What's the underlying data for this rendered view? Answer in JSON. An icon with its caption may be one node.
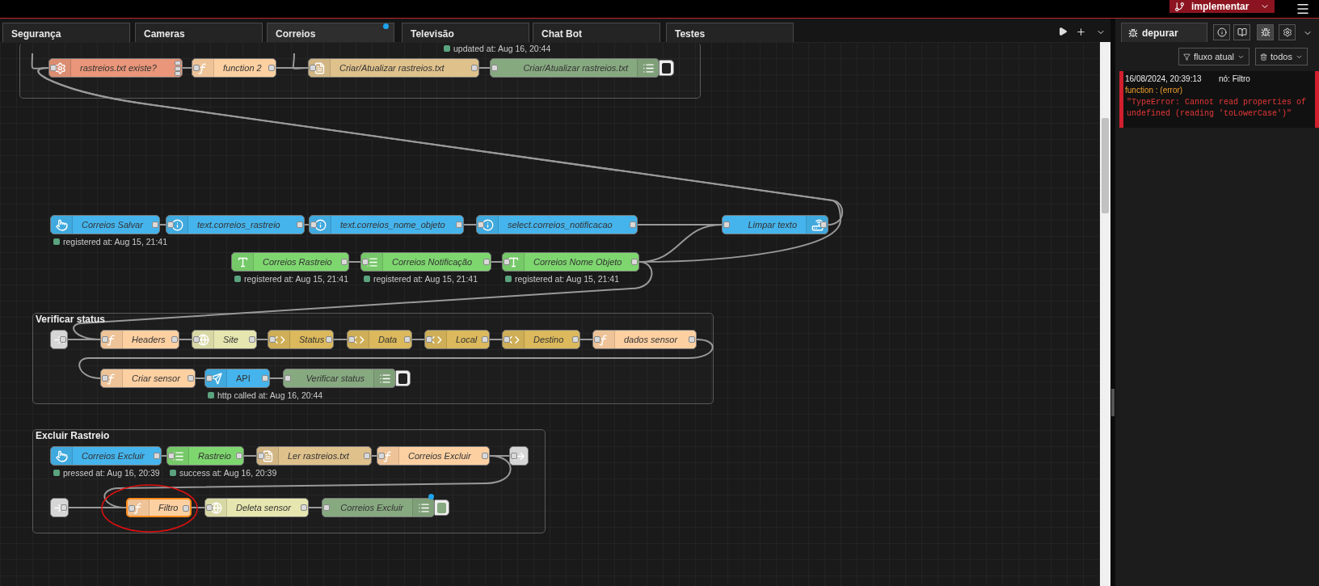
{
  "diagram": {
    "nodes": [
      {
        "text": [],
        "shape": "box"
      },
      {
        "text": [
          "rastreios.txt existe?"
        ],
        "in": 0
      },
      {
        "text": [
          "function 2"
        ],
        "in": 0
      },
      {
        "text": [
          "Criar/Atualizar rastreios.txt"
        ],
        "in": 0
      },
      {
        "text": [
          "Criar/Atualizar rastreios.txt"
        ],
        "in": 0
      },
      {
        "text": [
          "Correios Salvar"
        ],
        "beside": [
          "registered at: Aug 15, 21:41"
        ]
      },
      {
        "text": [
          "text.correios_rastreio"
        ]
      },
      {
        "text": [
          "text.correios_nome_objeto"
        ]
      },
      {
        "text": [
          "select.correios_notificacao"
        ]
      },
      {
        "text": [
          "Limpar texto"
        ]
      },
      {
        "text": [
          "Correios Rastreio"
        ],
        "beside": [
          "registered at: Aug 15, 21:41"
        ]
      },
      {
        "text": [
          "Correios Notificação"
        ],
        "beside": [
          "registered at: Aug 15, 21:41"
        ]
      },
      {
        "text": [
          "Correios Nome Objeto"
        ],
        "beside": [
          "registered at: Aug 15, 21:41"
        ]
      },
      {
        "text": [
          "Verificar status"
        ]
      },
      {
        "text": [],
        "shape": "box",
        "in": 13
      },
      {
        "text": [
          "Headers"
        ],
        "in": 13
      },
      {
        "text": [
          "Site"
        ],
        "in": 13
      },
      {
        "text": [
          "Status"
        ],
        "in": 13
      },
      {
        "text": [
          "Data"
        ],
        "in": 13
      },
      {
        "text": [
          "Local"
        ],
        "in": 13
      },
      {
        "text": [
          "Destino"
        ],
        "in": 13
      },
      {
        "text": [
          "dados sensor"
        ],
        "in": 13
      },
      {
        "text": [
          "Criar sensor"
        ],
        "in": 13
      },
      {
        "text": [
          "API"
        ],
        "in": 13,
        "beside": [
          "http called at: Aug 16, 20:44"
        ]
      },
      {
        "text": [
          "Verificar status"
        ],
        "in": 13
      },
      {
        "text": [
          "Excluir Rastreio"
        ]
      },
      {
        "text": [
          "Correios Excluir"
        ],
        "in": 25,
        "beside": [
          "pressed at: Aug 16, 20:39"
        ]
      },
      {
        "text": [
          "Rastreio"
        ],
        "in": 25,
        "beside": [
          "success at: Aug 16, 20:39"
        ]
      },
      {
        "text": [
          "Ler rastreios.txt"
        ],
        "in": 25
      },
      {
        "text": [
          "Correios Excluir"
        ],
        "in": 25
      },
      {
        "text": [],
        "shape": "box",
        "in": 25
      },
      {
        "text": [],
        "shape": "box",
        "in": 25
      },
      {
        "text": [
          "Filtro"
        ],
        "in": 25
      },
      {
        "text": [
          "Deleta sensor"
        ],
        "in": 25
      },
      {
        "text": [
          "Correios Excluir"
        ],
        "in": 25
      }
    ],
    "edges": [
      {
        "from": 1,
        "to": 2,
        "arrow": "none"
      },
      {
        "from": 2,
        "to": 3,
        "arrow": "none"
      },
      {
        "from": 3,
        "to": 4,
        "arrow": "none"
      },
      {
        "from": 5,
        "to": 6,
        "arrow": "none"
      },
      {
        "from": 6,
        "to": 7,
        "arrow": "none"
      },
      {
        "from": 7,
        "to": 8,
        "arrow": "none"
      },
      {
        "from": 8,
        "to": 9,
        "arrow": "none"
      },
      {
        "from": 10,
        "to": 11,
        "arrow": "none"
      },
      {
        "from": 11,
        "to": 12,
        "arrow": "none"
      },
      {
        "from": 12,
        "to": 9,
        "arrow": "none"
      },
      {
        "from": 9,
        "to": 1,
        "arrow": "none"
      },
      {
        "from": 12,
        "to": 1,
        "arrow": "none"
      },
      {
        "from": 12,
        "to": 15,
        "arrow": "none"
      },
      {
        "from": 14,
        "to": 15,
        "arrow": "none"
      },
      {
        "from": 15,
        "to": 16,
        "arrow": "none"
      },
      {
        "from": 16,
        "to": 17,
        "arrow": "none"
      },
      {
        "from": 17,
        "to": 18,
        "arrow": "none"
      },
      {
        "from": 18,
        "to": 19,
        "arrow": "none"
      },
      {
        "from": 19,
        "to": 20,
        "arrow": "none"
      },
      {
        "from": 20,
        "to": 21,
        "arrow": "none"
      },
      {
        "from": 21,
        "to": 22,
        "arrow": "none"
      },
      {
        "from": 22,
        "to": 23,
        "arrow": "none"
      },
      {
        "from": 23,
        "to": 24,
        "arrow": "none"
      },
      {
        "from": 26,
        "to": 27,
        "arrow": "none"
      },
      {
        "from": 27,
        "to": 28,
        "arrow": "none"
      },
      {
        "from": 28,
        "to": 29,
        "arrow": "none"
      },
      {
        "from": 29,
        "to": 30,
        "arrow": "none"
      },
      {
        "from": 29,
        "to": 32,
        "arrow": "none"
      },
      {
        "from": 31,
        "to": 32,
        "arrow": "none"
      },
      {
        "from": 32,
        "to": 33,
        "arrow": "none"
      },
      {
        "from": 33,
        "to": 34,
        "arrow": "none"
      },
      {
        "from": null,
        "to": 1,
        "arrow": "none"
      },
      {
        "from": null,
        "to": 3,
        "arrow": "none"
      }
    ],
    "labels": [
      "implementar",
      "Segurança",
      "Cameras",
      "Correios",
      "Televisão",
      "Chat Bot",
      "Testes",
      "depurar",
      "updated at: Aug 16, 20:44",
      "fluxo atual",
      "todos",
      "16/08/2024, 20:39:13",
      "nó: Filtro",
      "function : (error)",
      "\"TypeError: Cannot read properties of undefined (reading 'toLowerCase')\""
    ]
  }
}
